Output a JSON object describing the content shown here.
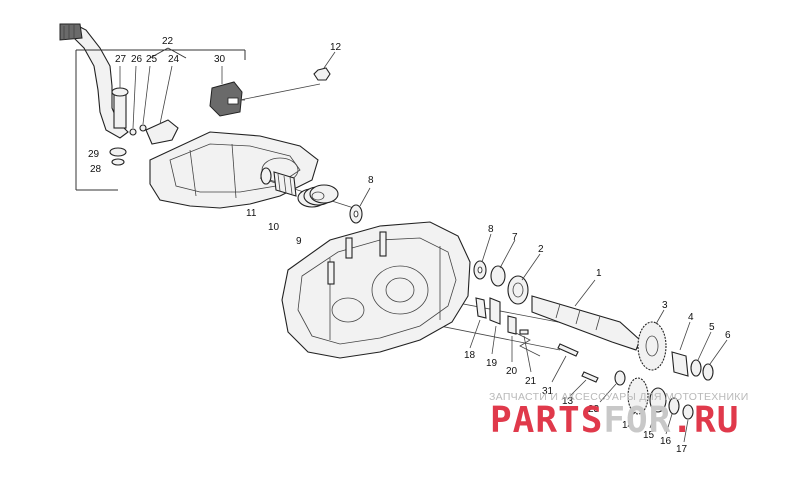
{
  "callouts": [
    {
      "id": "c1",
      "text": "1"
    },
    {
      "id": "c2",
      "text": "2"
    },
    {
      "id": "c3",
      "text": "3"
    },
    {
      "id": "c4",
      "text": "4"
    },
    {
      "id": "c5",
      "text": "5"
    },
    {
      "id": "c6",
      "text": "6"
    },
    {
      "id": "c7",
      "text": "7"
    },
    {
      "id": "c8a",
      "text": "8"
    },
    {
      "id": "c8b",
      "text": "8"
    },
    {
      "id": "c9",
      "text": "9"
    },
    {
      "id": "c10",
      "text": "10"
    },
    {
      "id": "c11",
      "text": "11"
    },
    {
      "id": "c12",
      "text": "12"
    },
    {
      "id": "c13",
      "text": "13"
    },
    {
      "id": "c14",
      "text": "14"
    },
    {
      "id": "c15",
      "text": "15"
    },
    {
      "id": "c16",
      "text": "16"
    },
    {
      "id": "c17",
      "text": "17"
    },
    {
      "id": "c18",
      "text": "18"
    },
    {
      "id": "c19",
      "text": "19"
    },
    {
      "id": "c20",
      "text": "20"
    },
    {
      "id": "c21",
      "text": "21"
    },
    {
      "id": "c22",
      "text": "22"
    },
    {
      "id": "c23",
      "text": "23"
    },
    {
      "id": "c24",
      "text": "24"
    },
    {
      "id": "c25",
      "text": "25"
    },
    {
      "id": "c26",
      "text": "26"
    },
    {
      "id": "c27",
      "text": "27"
    },
    {
      "id": "c28",
      "text": "28"
    },
    {
      "id": "c29",
      "text": "29"
    },
    {
      "id": "c30",
      "text": "30"
    },
    {
      "id": "c31",
      "text": "31"
    }
  ],
  "watermark": {
    "tagline": "ЗАПЧАСТИ И АКСЕССУАРЫ ДЛЯ МОТОТЕХНИКИ",
    "brand_left": "PARTS",
    "brand_mid": "FOR",
    "brand_right": ".RU",
    "color_red": "#e0394b",
    "color_gray": "#c8c8c8"
  }
}
